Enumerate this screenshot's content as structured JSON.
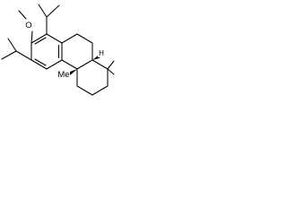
{
  "molecule": {
    "atom_labels": {
      "oxygen": "O",
      "c4a_methyl": "Me",
      "h_8a": "H"
    },
    "colors": {
      "bond": "#000000",
      "background": "#ffffff"
    }
  }
}
